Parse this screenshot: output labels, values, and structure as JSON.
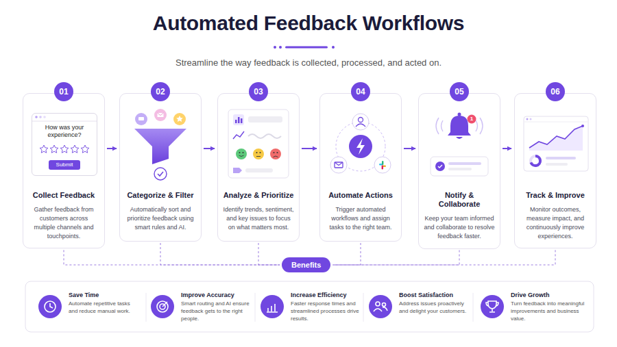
{
  "diagram": {
    "title": "Automated Feedback Workflows",
    "nodes": [
      {
        "text": [
          "01",
          "Collect Feedback",
          "Gather feedback from customers across multiple channels and touchpoints."
        ]
      },
      {
        "text": [
          "How was your experience?"
        ],
        "in": 0
      },
      {
        "text": [
          "Submit"
        ],
        "in": 1
      },
      {
        "text": [
          "02",
          "Categorize & Filter",
          "Automatically sort and prioritize feedback using smart rules and AI."
        ]
      },
      {
        "text": [
          "03",
          "Analyze & Prioritize",
          "Identify trends, sentiment, and key issues to focus on what matters most."
        ]
      },
      {
        "text": [
          "04",
          "Automate Actions",
          "Trigger automated workflows and assign tasks to the right team."
        ]
      },
      {
        "text": [
          "05",
          "Notify & Collaborate",
          "Keep your team informed and collaborate to resolve feedback faster."
        ]
      },
      {
        "text": [
          "06",
          "Track & Improve",
          "Monitor outcomes, measure impact, and continuously improve experiences."
        ]
      },
      {
        "text": [
          "Benefits"
        ]
      }
    ],
    "edges": [
      {
        "from": 0,
        "to": 3,
        "arrow": "to"
      },
      {
        "from": 3,
        "to": 4,
        "arrow": "to"
      },
      {
        "from": 4,
        "to": 5,
        "arrow": "to"
      },
      {
        "from": 5,
        "to": 6,
        "arrow": "to"
      },
      {
        "from": 6,
        "to": 7,
        "arrow": "to"
      },
      {
        "from": 0,
        "to": 8,
        "arrow": "none"
      },
      {
        "from": 3,
        "to": 8,
        "arrow": "none"
      },
      {
        "from": 4,
        "to": 8,
        "arrow": "none"
      },
      {
        "from": 5,
        "to": 8,
        "arrow": "none"
      },
      {
        "from": 6,
        "to": 8,
        "arrow": "none"
      },
      {
        "from": 7,
        "to": 8,
        "arrow": "none"
      }
    ],
    "labels": [
      "Streamline the way feedback is collected, processed, and acted on.",
      "1",
      "Save Time",
      "Automate repetitive tasks and reduce manual work.",
      "Improve Accuracy",
      "Smart routing and AI ensure feedback gets to the right people.",
      "Increase Efficiency",
      "Faster response times and streamlined processes drive results.",
      "Boost Satisfaction",
      "Address issues proactively and delight your customers.",
      "Drive Growth",
      "Turn feedback into meaningful improvements and business value."
    ]
  }
}
